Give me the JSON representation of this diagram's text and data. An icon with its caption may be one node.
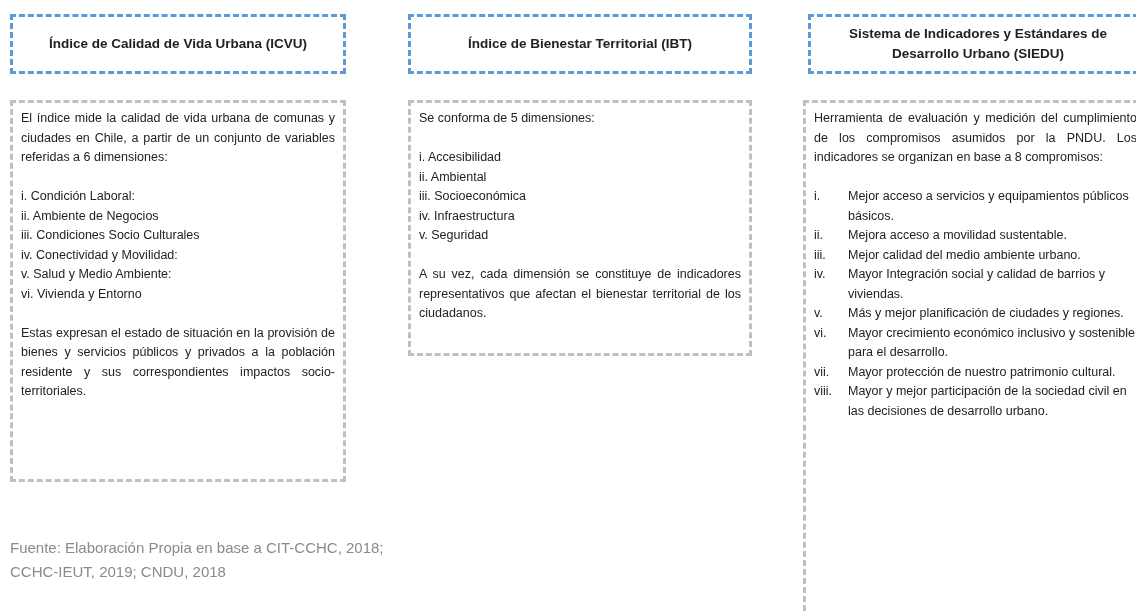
{
  "diagram": {
    "nodes": [
      {
        "text": [
          "Índice de Calidad de Vida Urbana (ICVU)"
        ]
      },
      {
        "text": [
          "El índice mide la calidad de vida urbana de comunas y ciudades en Chile, a partir de un conjunto de variables referidas a 6 dimensiones:",
          "i. Condición Laboral:",
          "ii. Ambiente de Negocios",
          "iii. Condiciones Socio Culturales",
          "iv. Conectividad y Movilidad:",
          "v. Salud y Medio Ambiente:",
          "vi. Vivienda y Entorno",
          "Estas expresan el estado de situación en la provisión de bienes y servicios públicos y privados a la población residente y sus correspondientes impactos socio-territoriales."
        ]
      },
      {
        "text": [
          "Índice de Bienestar Territorial (IBT)"
        ]
      },
      {
        "text": [
          "Se conforma de 5 dimensiones:",
          "i. Accesibilidad",
          "ii. Ambiental",
          "iii. Socioeconómica",
          "iv. Infraestructura",
          "v. Seguridad",
          "A su vez, cada dimensión se constituye de indicadores representativos que afectan el bienestar territorial de los ciudadanos."
        ]
      },
      {
        "text": [
          "Sistema de Indicadores y Estándares de Desarrollo Urbano (SIEDU)"
        ]
      },
      {
        "text": [
          "Herramienta de evaluación y medición del cumplimiento de los compromisos asumidos por la PNDU. Los indicadores se organizan en base a 8 compromisos:",
          "i. Mejor acceso a servicios y equipamientos públicos básicos.",
          "ii. Mejora acceso a movilidad sustentable.",
          "iii. Mejor calidad del medio ambiente urbano.",
          "iv. Mayor Integración social y calidad de barrios y viviendas.",
          "v. Más y mejor planificación de ciudades y regiones.",
          "vi. Mayor crecimiento económico inclusivo y sostenible para el desarrollo.",
          "vii. Mayor protección de nuestro patrimonio cultural.",
          "viii. Mayor y mejor participación de la sociedad civil en las decisiones de desarrollo urbano."
        ]
      }
    ],
    "edges": [],
    "labels": [
      "Fuente: Elaboración Propia en base a CIT-CCHC, 2018; CCHC-IEUT, 2019; CNDU, 2018"
    ]
  }
}
